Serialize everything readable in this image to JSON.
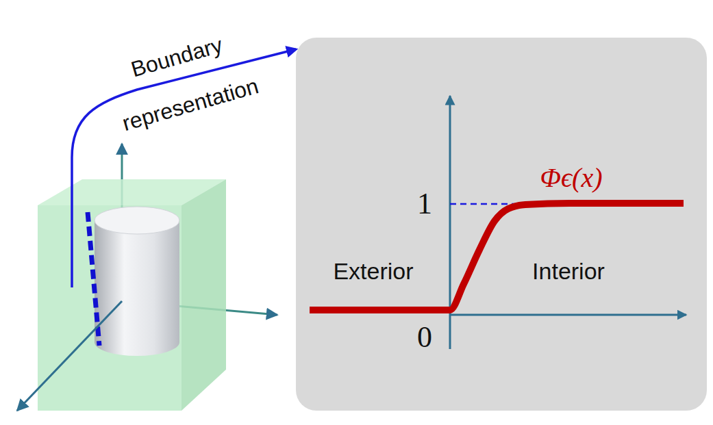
{
  "diagram": {
    "nodes": [
      {
        "text": [
          "Φϵ(x)",
          "1",
          "Exterior",
          "Interior",
          "0"
        ]
      }
    ],
    "labels": [
      "Boundary representation"
    ]
  }
}
